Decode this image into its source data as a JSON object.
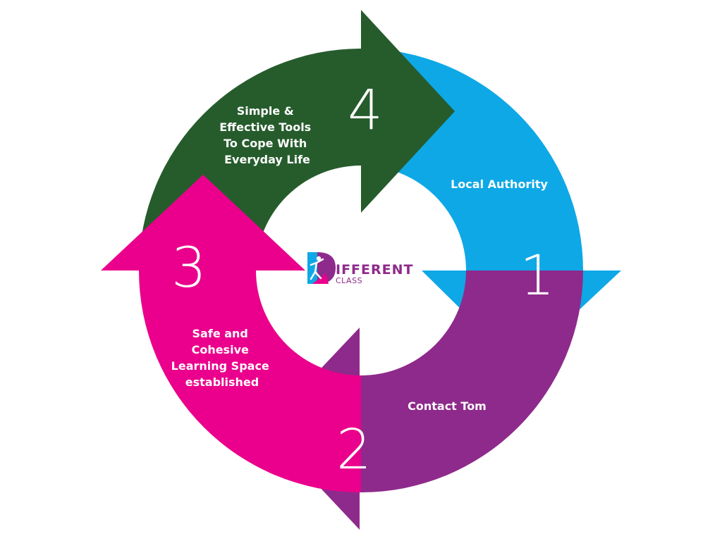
{
  "diagram": {
    "type": "cycle",
    "steps": [
      {
        "number": "1",
        "label_lines": [
          "Local Authority"
        ],
        "color": "#0ea8e6"
      },
      {
        "number": "2",
        "label_lines": [
          "Contact Tom"
        ],
        "color": "#8e2a8b"
      },
      {
        "number": "3",
        "label_lines": [
          "Safe and",
          "Cohesive",
          "Learning Space",
          "established"
        ],
        "color": "#ea008c"
      },
      {
        "number": "4",
        "label_lines": [
          "Simple &",
          "Effective Tools",
          "To Cope With",
          "Everyday Life"
        ],
        "color": "#265c2c"
      }
    ]
  },
  "logo": {
    "main": "IFFERENT",
    "sub": "CLASS",
    "colors": {
      "blue": "#0ea8e6",
      "purple": "#8e2a8b",
      "pink": "#ea008c"
    }
  }
}
